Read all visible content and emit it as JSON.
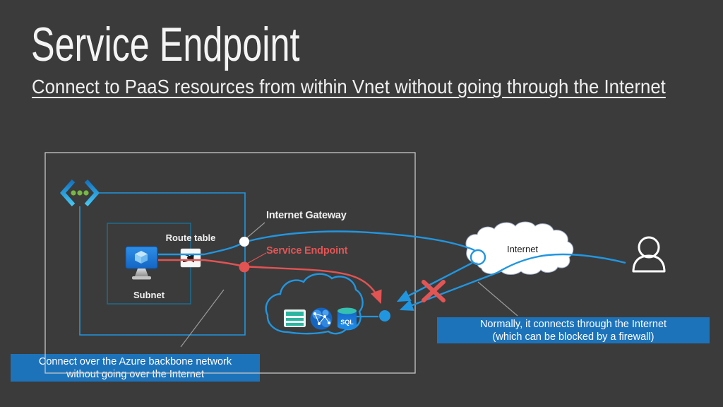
{
  "slide": {
    "title": "Service Endpoint",
    "subtitle": "Connect to PaaS resources from within Vnet without going through the Internet"
  },
  "diagram": {
    "vnet": {
      "subnet_label": "Subnet",
      "route_table_label": "Route table"
    },
    "paths": {
      "internet_gateway_label": "Internet Gateway",
      "service_endpoint_label": "Service Endpoint"
    },
    "internet_cloud_label": "Internet",
    "sql_icon_label": "SQL",
    "callouts": {
      "backbone": {
        "line1": "Connect over the Azure backbone network",
        "line2": "without going over the Internet"
      },
      "internet": {
        "line1": "Normally, it connects through the Internet",
        "line2": "(which can be blocked by a firewall)"
      }
    },
    "colors": {
      "background": "#3b3b3b",
      "azure_blue": "#2196e0",
      "endpoint_red": "#e25353",
      "callout_background": "#1d73ba",
      "vnet_icon_green": "#76b843",
      "outer_box_border": "#c6c6c6",
      "subnet_box_border": "#1b7096",
      "internet_cloud_fill": "#ffffff"
    }
  }
}
